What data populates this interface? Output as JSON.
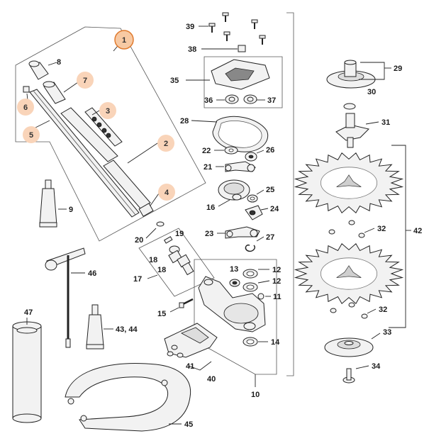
{
  "colors": {
    "highlight_fill": "#f9d4b9",
    "highlight_selected_fill": "#f7c9a3",
    "highlight_selected_stroke": "#e07a2e",
    "line": "#222222",
    "part_fill": "#f2f2f2"
  },
  "highlighted_labels": {
    "p1": "1",
    "p2": "2",
    "p3": "3",
    "p4": "4",
    "p5": "5",
    "p6": "6",
    "p7": "7"
  },
  "part_labels": {
    "p8": "8",
    "p9": "9",
    "p10": "10",
    "p11": "11",
    "p12a": "12",
    "p12b": "12",
    "p13": "13",
    "p14": "14",
    "p15": "15",
    "p16": "16",
    "p17": "17",
    "p18a": "18",
    "p18b": "18",
    "p19": "19",
    "p20": "20",
    "p21": "21",
    "p22": "22",
    "p23": "23",
    "p24": "24",
    "p25": "25",
    "p26": "26",
    "p27": "27",
    "p28": "28",
    "p29": "29",
    "p30": "30",
    "p31": "31",
    "p32a": "32",
    "p32b": "32",
    "p33": "33",
    "p34": "34",
    "p35": "35",
    "p36": "36",
    "p37": "37",
    "p38": "38",
    "p39": "39",
    "p40": "40",
    "p41": "41",
    "p42": "42",
    "p4344": "43, 44",
    "p45": "45",
    "p46": "46",
    "p47": "47"
  }
}
